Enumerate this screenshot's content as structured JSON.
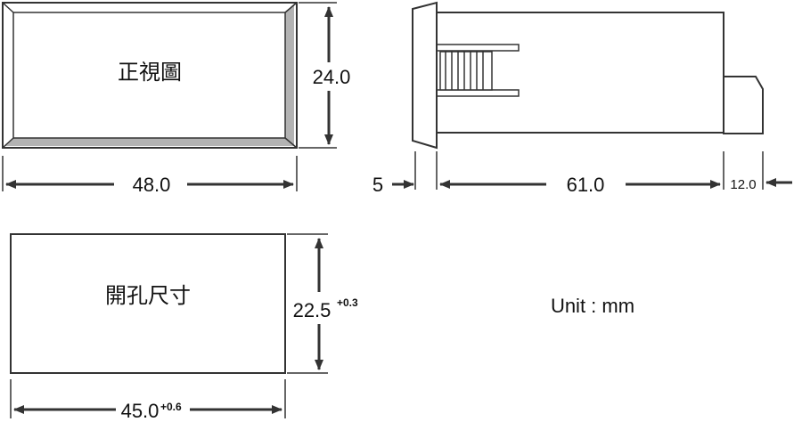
{
  "front_view": {
    "title": "正視圖",
    "width": "48.0",
    "height": "24.0"
  },
  "side_view": {
    "bezel": "5",
    "body": "61.0",
    "tail": "12.0"
  },
  "panel_cutout": {
    "title": "開孔尺寸",
    "width": "45.0",
    "width_tol": "+0.6",
    "height": "22.5",
    "height_tol": "+0.3"
  },
  "unit_text": "Unit : mm",
  "colors": {
    "line": "#333333",
    "bevel": "#b3b3b3",
    "text": "#111111"
  }
}
